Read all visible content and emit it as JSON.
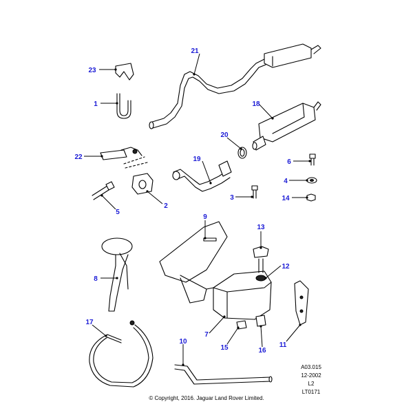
{
  "callouts": [
    {
      "id": "1",
      "label": "1"
    },
    {
      "id": "2",
      "label": "2"
    },
    {
      "id": "3",
      "label": "3"
    },
    {
      "id": "4",
      "label": "4"
    },
    {
      "id": "5",
      "label": "5"
    },
    {
      "id": "6",
      "label": "6"
    },
    {
      "id": "7",
      "label": "7"
    },
    {
      "id": "8",
      "label": "8"
    },
    {
      "id": "9",
      "label": "9"
    },
    {
      "id": "10",
      "label": "10"
    },
    {
      "id": "11",
      "label": "11"
    },
    {
      "id": "12",
      "label": "12"
    },
    {
      "id": "13",
      "label": "13"
    },
    {
      "id": "14",
      "label": "14"
    },
    {
      "id": "15",
      "label": "15"
    },
    {
      "id": "16",
      "label": "16"
    },
    {
      "id": "17",
      "label": "17"
    },
    {
      "id": "18",
      "label": "18"
    },
    {
      "id": "19",
      "label": "19"
    },
    {
      "id": "20",
      "label": "20"
    },
    {
      "id": "21",
      "label": "21"
    },
    {
      "id": "22",
      "label": "22"
    },
    {
      "id": "23",
      "label": "23"
    }
  ],
  "info_block": {
    "ref": "A03.015",
    "date": "12-2002",
    "level": "L2",
    "illustration": "LT0171"
  },
  "copyright": "© Copyright, 2016. Jaguar Land Rover Limited.",
  "colors": {
    "callout": "#1a1ad6",
    "line": "#000000"
  }
}
